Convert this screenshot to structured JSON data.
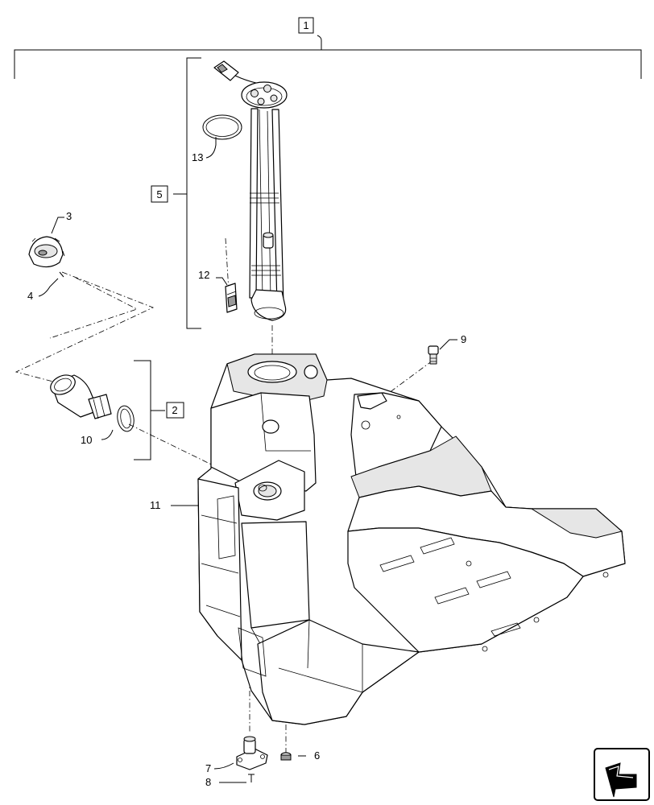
{
  "callouts": {
    "assembly": "1",
    "filler_neck_group": "2",
    "cap": "3",
    "cap_pin": "4",
    "sender_group": "5",
    "plug": "6",
    "drain_valve": "7",
    "drain_screw": "8",
    "vent_fitting": "9",
    "neck_clamp": "10",
    "tank": "11",
    "filter": "12",
    "sender_seal": "13"
  },
  "icons": {
    "navigation": "return-arrow-icon"
  }
}
